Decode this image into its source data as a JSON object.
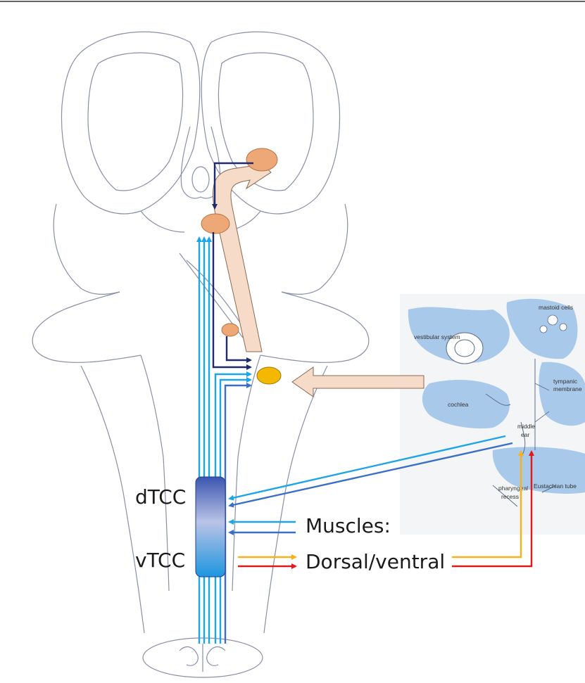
{
  "labels": {
    "dtcc": "dTCC",
    "vtcc": "vTCC",
    "muscles": "Muscles:",
    "dorsal_ventral": "Dorsal/ventral"
  },
  "ear_labels": {
    "mastoid": "mastoid cells",
    "vestibular": "vestibular system",
    "tympanic1": "tympanic",
    "tympanic2": "membrane",
    "cochlea": "cochlea",
    "middle": "middle",
    "ear": "ear",
    "pharyngeal1": "pharyngeal",
    "pharyngeal2": "recess",
    "eustachian": "Eustachian tube"
  },
  "colors": {
    "light_blue": "#1ea4e8",
    "mid_blue": "#3a6fc7",
    "dark_navy": "#1d2a6b",
    "orange_nucleus": "#eea777",
    "yellow_nucleus": "#f5b800",
    "peach_arrow": "#f6dcc8",
    "yellow_arrow": "#f7b21b",
    "red_arrow": "#e01a1a",
    "ear_fill": "#a9c9ea"
  }
}
